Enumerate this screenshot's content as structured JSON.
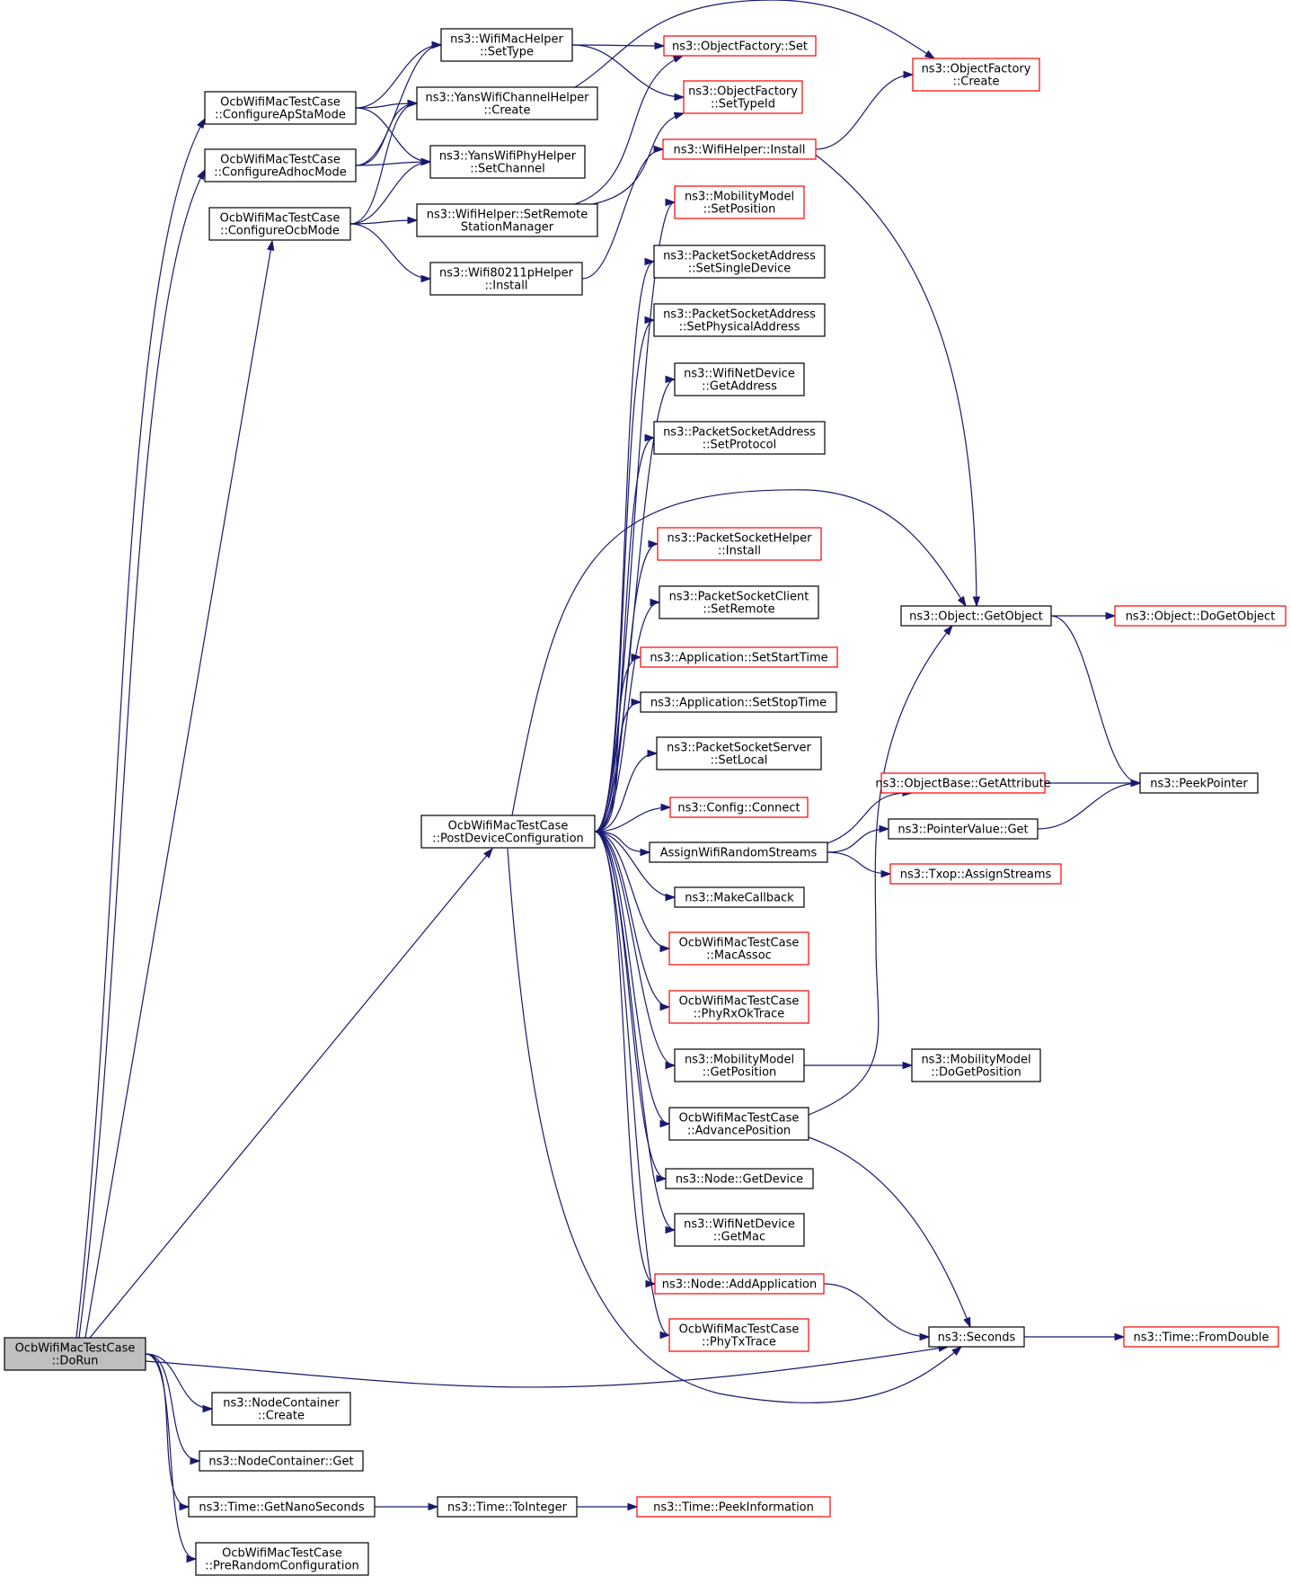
{
  "colors": {
    "edge": "#191970",
    "border_normal": "#000000",
    "border_external": "#ff0000",
    "root_fill": "#bfbfbf"
  },
  "nodes": [
    {
      "id": "dorun",
      "lines": [
        "OcbWifiMacTestCase",
        "::DoRun"
      ],
      "kind": "root"
    },
    {
      "id": "apsta",
      "lines": [
        "OcbWifiMacTestCase",
        "::ConfigureApStaMode"
      ],
      "kind": "normal"
    },
    {
      "id": "adhoc",
      "lines": [
        "OcbWifiMacTestCase",
        "::ConfigureAdhocMode"
      ],
      "kind": "normal"
    },
    {
      "id": "ocbmode",
      "lines": [
        "OcbWifiMacTestCase",
        "::ConfigureOcbMode"
      ],
      "kind": "normal"
    },
    {
      "id": "postdev",
      "lines": [
        "OcbWifiMacTestCase",
        "::PostDeviceConfiguration"
      ],
      "kind": "normal"
    },
    {
      "id": "nccreate",
      "lines": [
        "ns3::NodeContainer",
        "::Create"
      ],
      "kind": "normal"
    },
    {
      "id": "ncget",
      "lines": [
        "ns3::NodeContainer::Get"
      ],
      "kind": "normal"
    },
    {
      "id": "getnano",
      "lines": [
        "ns3::Time::GetNanoSeconds"
      ],
      "kind": "normal"
    },
    {
      "id": "prerand",
      "lines": [
        "OcbWifiMacTestCase",
        "::PreRandomConfiguration"
      ],
      "kind": "normal"
    },
    {
      "id": "macsettype",
      "lines": [
        "ns3::WifiMacHelper",
        "::SetType"
      ],
      "kind": "normal"
    },
    {
      "id": "yanschan",
      "lines": [
        "ns3::YansWifiChannelHelper",
        "::Create"
      ],
      "kind": "normal"
    },
    {
      "id": "yansphy",
      "lines": [
        "ns3::YansWifiPhyHelper",
        "::SetChannel"
      ],
      "kind": "normal"
    },
    {
      "id": "setremote",
      "lines": [
        "ns3::WifiHelper::SetRemote",
        "StationManager"
      ],
      "kind": "normal"
    },
    {
      "id": "w80211p",
      "lines": [
        "ns3::Wifi80211pHelper",
        "::Install"
      ],
      "kind": "normal"
    },
    {
      "id": "toint",
      "lines": [
        "ns3::Time::ToInteger"
      ],
      "kind": "normal"
    },
    {
      "id": "peekinfo",
      "lines": [
        "ns3::Time::PeekInformation"
      ],
      "kind": "external"
    },
    {
      "id": "ofset",
      "lines": [
        "ns3::ObjectFactory::Set"
      ],
      "kind": "external"
    },
    {
      "id": "ofsettypeid",
      "lines": [
        "ns3::ObjectFactory",
        "::SetTypeId"
      ],
      "kind": "external"
    },
    {
      "id": "ofcreate",
      "lines": [
        "ns3::ObjectFactory",
        "::Create"
      ],
      "kind": "external"
    },
    {
      "id": "wifiinstall",
      "lines": [
        "ns3::WifiHelper::Install"
      ],
      "kind": "external"
    },
    {
      "id": "mmsetpos",
      "lines": [
        "ns3::MobilityModel",
        "::SetPosition"
      ],
      "kind": "external"
    },
    {
      "id": "psasingle",
      "lines": [
        "ns3::PacketSocketAddress",
        "::SetSingleDevice"
      ],
      "kind": "normal"
    },
    {
      "id": "psaphys",
      "lines": [
        "ns3::PacketSocketAddress",
        "::SetPhysicalAddress"
      ],
      "kind": "normal"
    },
    {
      "id": "wndgetaddr",
      "lines": [
        "ns3::WifiNetDevice",
        "::GetAddress"
      ],
      "kind": "normal"
    },
    {
      "id": "psaproto",
      "lines": [
        "ns3::PacketSocketAddress",
        "::SetProtocol"
      ],
      "kind": "normal"
    },
    {
      "id": "pshinstall",
      "lines": [
        "ns3::PacketSocketHelper",
        "::Install"
      ],
      "kind": "external"
    },
    {
      "id": "pscremote",
      "lines": [
        "ns3::PacketSocketClient",
        "::SetRemote"
      ],
      "kind": "normal"
    },
    {
      "id": "appstart",
      "lines": [
        "ns3::Application::SetStartTime"
      ],
      "kind": "external"
    },
    {
      "id": "appstop",
      "lines": [
        "ns3::Application::SetStopTime"
      ],
      "kind": "normal"
    },
    {
      "id": "psslocal",
      "lines": [
        "ns3::PacketSocketServer",
        "::SetLocal"
      ],
      "kind": "normal"
    },
    {
      "id": "cfgconnect",
      "lines": [
        "ns3::Config::Connect"
      ],
      "kind": "external"
    },
    {
      "id": "assignrs",
      "lines": [
        "AssignWifiRandomStreams"
      ],
      "kind": "normal"
    },
    {
      "id": "makecb",
      "lines": [
        "ns3::MakeCallback"
      ],
      "kind": "normal"
    },
    {
      "id": "macassoc",
      "lines": [
        "OcbWifiMacTestCase",
        "::MacAssoc"
      ],
      "kind": "external"
    },
    {
      "id": "phyrxok",
      "lines": [
        "OcbWifiMacTestCase",
        "::PhyRxOkTrace"
      ],
      "kind": "external"
    },
    {
      "id": "mmgetpos",
      "lines": [
        "ns3::MobilityModel",
        "::GetPosition"
      ],
      "kind": "normal"
    },
    {
      "id": "advpos",
      "lines": [
        "OcbWifiMacTestCase",
        "::AdvancePosition"
      ],
      "kind": "normal"
    },
    {
      "id": "nodegetdev",
      "lines": [
        "ns3::Node::GetDevice"
      ],
      "kind": "normal"
    },
    {
      "id": "wndgetmac",
      "lines": [
        "ns3::WifiNetDevice",
        "::GetMac"
      ],
      "kind": "normal"
    },
    {
      "id": "nodeaddapp",
      "lines": [
        "ns3::Node::AddApplication"
      ],
      "kind": "external"
    },
    {
      "id": "phytx",
      "lines": [
        "OcbWifiMacTestCase",
        "::PhyTxTrace"
      ],
      "kind": "external"
    },
    {
      "id": "getobject",
      "lines": [
        "ns3::Object::GetObject"
      ],
      "kind": "normal"
    },
    {
      "id": "dogetobject",
      "lines": [
        "ns3::Object::DoGetObject"
      ],
      "kind": "external"
    },
    {
      "id": "obgetattr",
      "lines": [
        "ns3::ObjectBase::GetAttribute"
      ],
      "kind": "external"
    },
    {
      "id": "pvget",
      "lines": [
        "ns3::PointerValue::Get"
      ],
      "kind": "normal"
    },
    {
      "id": "txopassign",
      "lines": [
        "ns3::Txop::AssignStreams"
      ],
      "kind": "external"
    },
    {
      "id": "peekptr",
      "lines": [
        "ns3::PeekPointer"
      ],
      "kind": "normal"
    },
    {
      "id": "mmdogetpos",
      "lines": [
        "ns3::MobilityModel",
        "::DoGetPosition"
      ],
      "kind": "normal"
    },
    {
      "id": "seconds",
      "lines": [
        "ns3::Seconds"
      ],
      "kind": "normal"
    },
    {
      "id": "fromdouble",
      "lines": [
        "ns3::Time::FromDouble"
      ],
      "kind": "external"
    }
  ],
  "edges": [
    [
      "dorun",
      "apsta"
    ],
    [
      "dorun",
      "adhoc"
    ],
    [
      "dorun",
      "ocbmode"
    ],
    [
      "dorun",
      "postdev"
    ],
    [
      "dorun",
      "seconds"
    ],
    [
      "dorun",
      "nccreate"
    ],
    [
      "dorun",
      "ncget"
    ],
    [
      "dorun",
      "getnano"
    ],
    [
      "dorun",
      "prerand"
    ],
    [
      "apsta",
      "macsettype"
    ],
    [
      "apsta",
      "yanschan"
    ],
    [
      "apsta",
      "yansphy"
    ],
    [
      "adhoc",
      "macsettype"
    ],
    [
      "adhoc",
      "yanschan"
    ],
    [
      "adhoc",
      "yansphy"
    ],
    [
      "ocbmode",
      "yanschan"
    ],
    [
      "ocbmode",
      "yansphy"
    ],
    [
      "ocbmode",
      "setremote"
    ],
    [
      "ocbmode",
      "w80211p"
    ],
    [
      "macsettype",
      "ofset"
    ],
    [
      "macsettype",
      "ofsettypeid"
    ],
    [
      "yanschan",
      "ofcreate"
    ],
    [
      "setremote",
      "ofset"
    ],
    [
      "setremote",
      "ofsettypeid"
    ],
    [
      "w80211p",
      "wifiinstall"
    ],
    [
      "wifiinstall",
      "ofcreate"
    ],
    [
      "wifiinstall",
      "getobject"
    ],
    [
      "getnano",
      "toint"
    ],
    [
      "toint",
      "peekinfo"
    ],
    [
      "postdev",
      "mmsetpos"
    ],
    [
      "postdev",
      "psasingle"
    ],
    [
      "postdev",
      "psaphys"
    ],
    [
      "postdev",
      "wndgetaddr"
    ],
    [
      "postdev",
      "psaproto"
    ],
    [
      "postdev",
      "getobject"
    ],
    [
      "postdev",
      "pshinstall"
    ],
    [
      "postdev",
      "pscremote"
    ],
    [
      "postdev",
      "appstart"
    ],
    [
      "postdev",
      "appstop"
    ],
    [
      "postdev",
      "psslocal"
    ],
    [
      "postdev",
      "cfgconnect"
    ],
    [
      "postdev",
      "assignrs"
    ],
    [
      "postdev",
      "makecb"
    ],
    [
      "postdev",
      "macassoc"
    ],
    [
      "postdev",
      "phyrxok"
    ],
    [
      "postdev",
      "mmgetpos"
    ],
    [
      "postdev",
      "advpos"
    ],
    [
      "postdev",
      "nodegetdev"
    ],
    [
      "postdev",
      "wndgetmac"
    ],
    [
      "postdev",
      "nodeaddapp"
    ],
    [
      "postdev",
      "phytx"
    ],
    [
      "postdev",
      "seconds"
    ],
    [
      "assignrs",
      "obgetattr"
    ],
    [
      "assignrs",
      "pvget"
    ],
    [
      "assignrs",
      "txopassign"
    ],
    [
      "obgetattr",
      "peekptr"
    ],
    [
      "pvget",
      "peekptr"
    ],
    [
      "getobject",
      "dogetobject"
    ],
    [
      "getobject",
      "peekptr"
    ],
    [
      "mmgetpos",
      "mmdogetpos"
    ],
    [
      "advpos",
      "getobject"
    ],
    [
      "advpos",
      "seconds"
    ],
    [
      "nodeaddapp",
      "seconds"
    ],
    [
      "seconds",
      "fromdouble"
    ]
  ]
}
